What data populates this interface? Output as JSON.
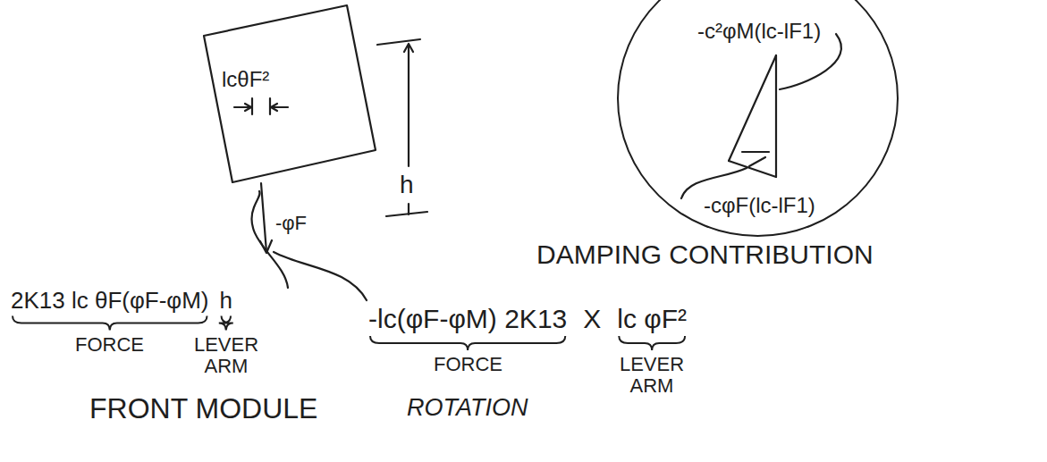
{
  "diagram": {
    "nodes": [
      {
        "text": [
          "-c²φM(lc-lF1)",
          "-cφF(lc-lF1)"
        ]
      }
    ],
    "labels": [
      "lcθF²",
      "h",
      "-φF",
      "2K13 lc θF(φF-φM)",
      "h",
      "FORCE",
      "LEVER ARM",
      "-lc(φF-φM) 2K13",
      "X",
      "lc φF²",
      "FORCE",
      "LEVER ARM",
      "DAMPING CONTRIBUTION",
      "FRONT MODULE",
      "ROTATION"
    ]
  }
}
